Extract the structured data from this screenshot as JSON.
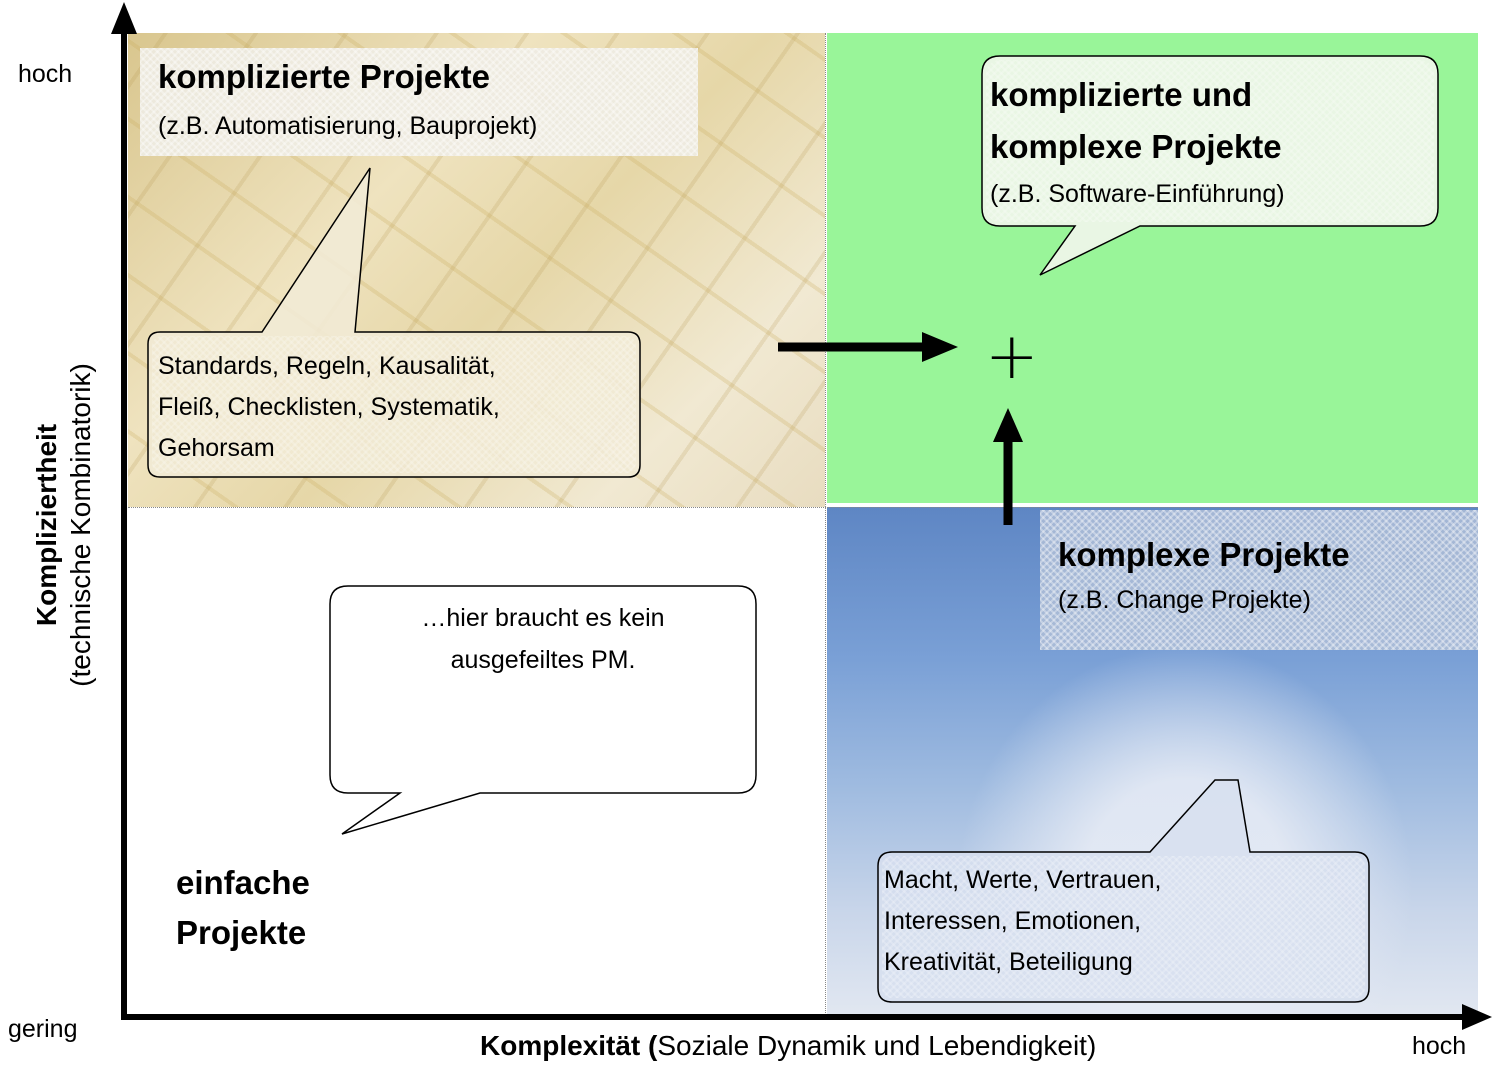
{
  "axes": {
    "y_title": "Kompliziertheit",
    "y_subtitle": "(technische Kombinatorik)",
    "y_high": "hoch",
    "origin_low": "gering",
    "x_title": "Komplexität",
    "x_subtitle_open": "(",
    "x_subtitle": "Soziale Dynamik und Lebendigkeit)",
    "x_high": "hoch"
  },
  "quadrants": {
    "complicated": {
      "title": "komplizierte Projekte",
      "example": "(z.B. Automatisierung, Bauprojekt)",
      "callout_lines": [
        "Standards, Regeln, Kausalität,",
        "Fleiß, Checklisten, Systematik,",
        "Gehorsam"
      ]
    },
    "both": {
      "title_lines": [
        "komplizierte und",
        "komplexe Projekte"
      ],
      "example": "(z.B. Software-Einführung)"
    },
    "simple": {
      "title_lines": [
        "einfache",
        "Projekte"
      ],
      "callout_lines": [
        "…hier braucht es kein",
        "ausgefeiltes PM."
      ]
    },
    "complex": {
      "title": "komplexe Projekte",
      "example": "(z.B. Change Projekte)",
      "callout_lines": [
        "Macht, Werte, Vertrauen,",
        "Interessen, Emotionen,",
        "Kreativität, Beteiligung"
      ]
    }
  },
  "plus_symbol": "+",
  "colors": {
    "green_quadrant": "#99f599",
    "blue_quadrant": "#7aa0d6",
    "gold_quadrant": "#e6d7a8"
  }
}
